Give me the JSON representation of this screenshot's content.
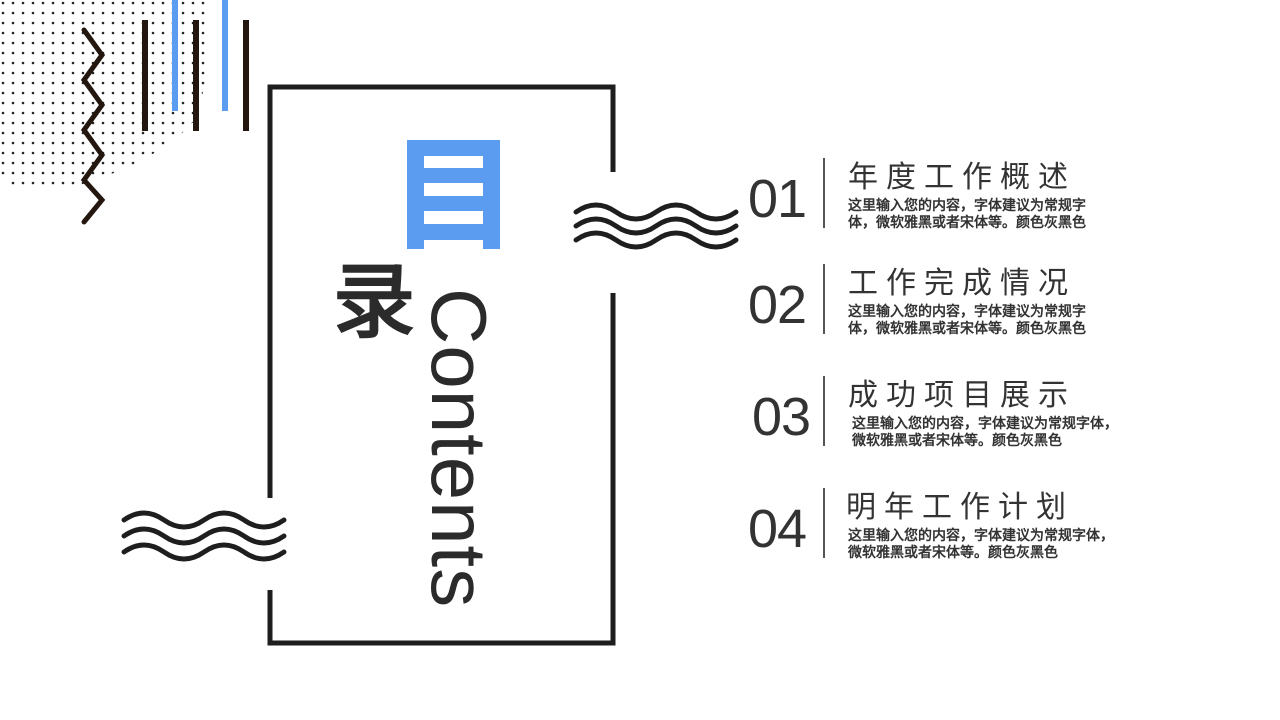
{
  "slide": {
    "heading_char_1": "目",
    "heading_char_2": "录",
    "heading_en": "Contents",
    "colors": {
      "accent_blue": "#5B9BF0",
      "dark": "#2B2B2B",
      "line_dark": "#24170F"
    }
  },
  "items": [
    {
      "number": "01",
      "title": "年度工作概述",
      "description_line1": "这里输入您的内容，字体建议为常规字",
      "description_line2": "体，微软雅黑或者宋体等。颜色灰黑色"
    },
    {
      "number": "02",
      "title": "工作完成情况",
      "description_line1": "这里输入您的内容，字体建议为常规字",
      "description_line2": "体，微软雅黑或者宋体等。颜色灰黑色"
    },
    {
      "number": "03",
      "title": "成功项目展示",
      "description_line1": "这里输入您的内容，字体建议为常规字体，",
      "description_line2": "微软雅黑或者宋体等。颜色灰黑色"
    },
    {
      "number": "04",
      "title": "明年工作计划",
      "description_line1": "这里输入您的内容，字体建议为常规字体，",
      "description_line2": "微软雅黑或者宋体等。颜色灰黑色"
    }
  ]
}
